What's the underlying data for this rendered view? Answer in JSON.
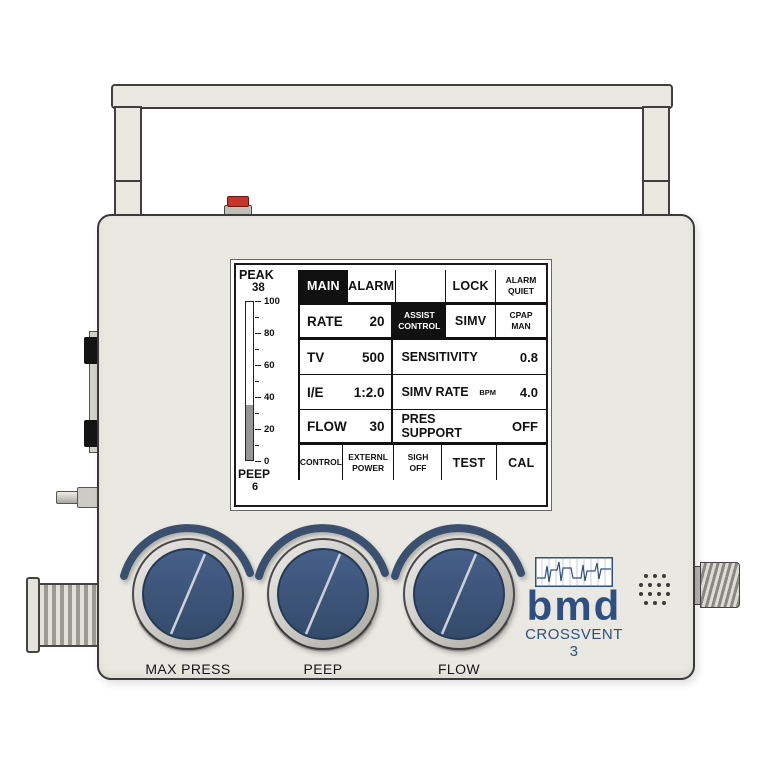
{
  "device": {
    "name": "Crossvent 3 ventilator front panel"
  },
  "branding": {
    "logo": "bmd",
    "model": "CROSSVENT 3"
  },
  "screen": {
    "scale": {
      "peak_label": "PEAK",
      "peak_value": "38",
      "ticks": [
        "100",
        "80",
        "60",
        "40",
        "20",
        "0"
      ],
      "peep_label": "PEEP",
      "peep_value": "6",
      "bar_fill_percent": 35
    },
    "menu": {
      "main": "MAIN",
      "alarm": "ALARM",
      "blank": "",
      "lock": "LOCK",
      "alarm_quiet": "ALARM\nQUIET"
    },
    "modes": {
      "assist_control": "ASSIST\nCONTROL",
      "simv": "SIMV",
      "cpap_man": "CPAP\nMAN"
    },
    "params": [
      {
        "label": "RATE",
        "value": "20"
      },
      {
        "label": "TV",
        "value": "500"
      },
      {
        "label": "I/E",
        "value": "1:2.0"
      },
      {
        "label": "FLOW",
        "value": "30"
      }
    ],
    "settings": [
      {
        "label": "SENSITIVITY",
        "unit": "",
        "value": "0.8"
      },
      {
        "label": "SIMV RATE",
        "unit": "BPM",
        "value": "4.0"
      },
      {
        "label": "PRES SUPPORT",
        "unit": "",
        "value": "OFF"
      }
    ],
    "softkeys": {
      "control": "CONTROL",
      "external_power": "EXTERNL\nPOWER",
      "sigh": "SIGH\nOFF",
      "test": "TEST",
      "cal": "CAL"
    }
  },
  "knobs": [
    {
      "label": "MAX PRESS"
    },
    {
      "label": "PEEP"
    },
    {
      "label": "FLOW"
    }
  ],
  "colors": {
    "panel": "#eae8e2",
    "knob_navy": "#3d5474",
    "logo_blue": "#2e4f80",
    "alarm_red": "#c6342a",
    "screen_ink": "#111111"
  }
}
